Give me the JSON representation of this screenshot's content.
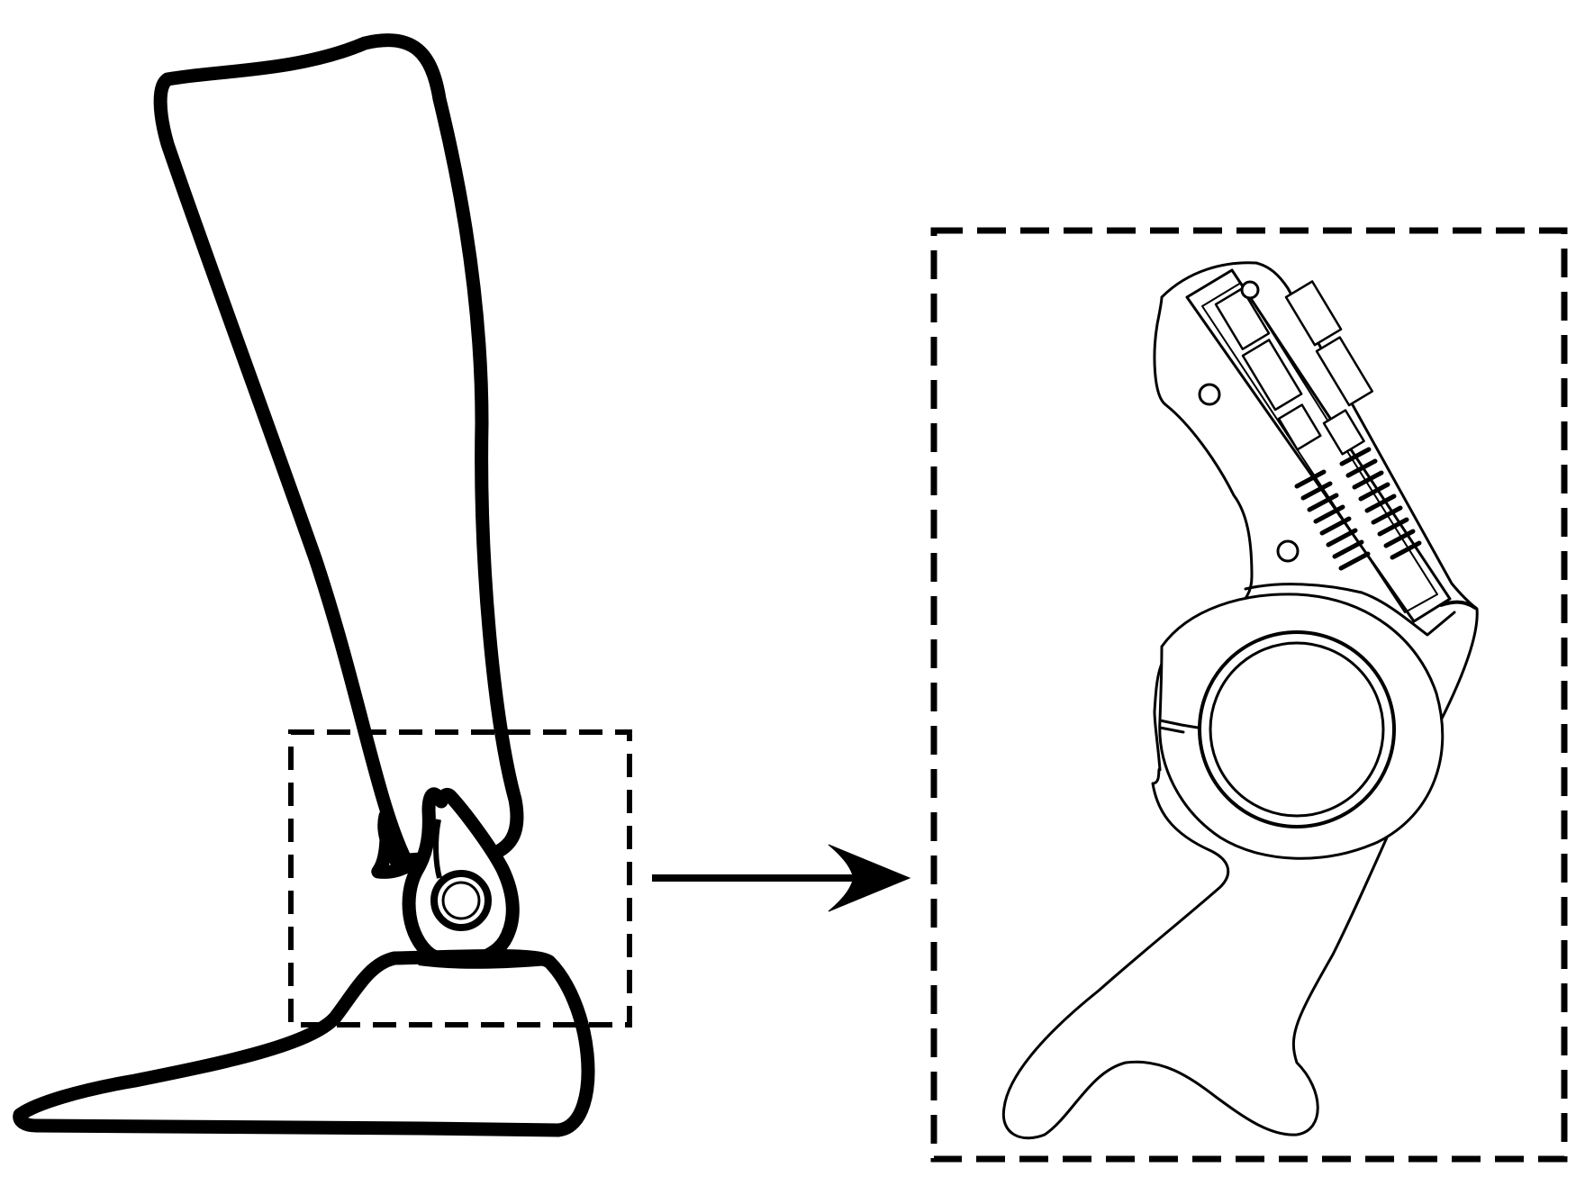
{
  "diagram": {
    "ink_color": "#000000",
    "paper_color": "#ffffff",
    "parts": [
      "prosthetic-leg",
      "ankle-joint",
      "foot",
      "detail-callout-frame",
      "magnify-arrow",
      "ankle-mechanism-detail"
    ]
  }
}
